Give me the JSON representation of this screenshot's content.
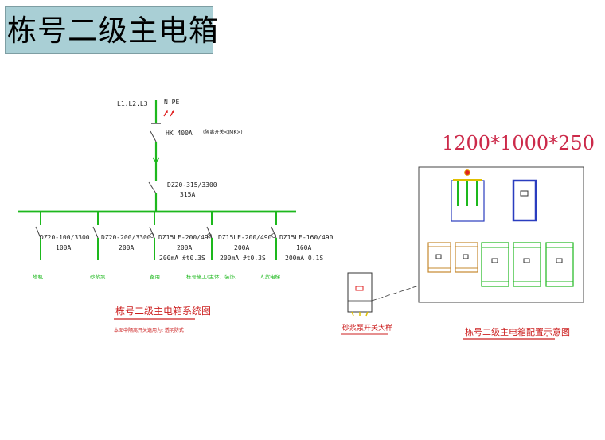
{
  "title": "栋号二级主电箱",
  "diagram": {
    "incoming_phases": "L1.L2.L3",
    "incoming_n_pe": "N PE",
    "main_switch": "HK 400A",
    "main_switch_note": "(隔离开关<JMK>)",
    "main_breaker_model": "DZ20-315/3300",
    "main_breaker_rating": "315A",
    "branches": [
      {
        "model": "DZ20-100/3300",
        "rating": "100A",
        "leakage": "",
        "load": "塔机"
      },
      {
        "model": "DZ20-200/3300",
        "rating": "200A",
        "leakage": "",
        "load": "砂浆泵"
      },
      {
        "model": "DZ15LE-200/490",
        "rating": "200A",
        "leakage": "200mA  #t0.3S",
        "load": "备用"
      },
      {
        "model": "DZ15LE-200/490",
        "rating": "200A",
        "leakage": "200mA  #t0.3S",
        "load": "栋号施工(主体、装饰)"
      },
      {
        "model": "DZ15LE-160/490",
        "rating": "160A",
        "leakage": "200mA  0.1S",
        "load": "人货电梯"
      }
    ],
    "system_caption": "栋号二级主电箱系统图",
    "system_note": "本图中隔离开关选用为: 透明防式",
    "dimensions": "1200*1000*250",
    "detail_caption": "砂浆泵开关大样",
    "layout_caption": "栋号二级主电箱配置示意图"
  },
  "colors": {
    "bus": "#1db81d",
    "caption": "#cc1f1f",
    "dimension": "#cc2a4a",
    "title_bg": "#a9cfd5",
    "blue_box": "#2a3dbf",
    "orange_box": "#c6892e"
  }
}
